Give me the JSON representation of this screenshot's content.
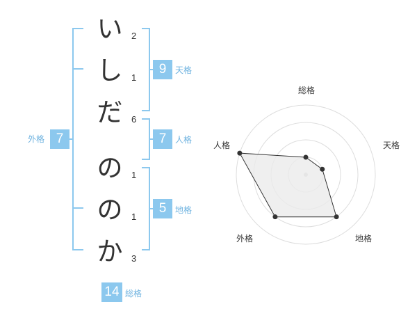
{
  "name_chars": [
    {
      "char": "い",
      "strokes": "2"
    },
    {
      "char": "し",
      "strokes": "1"
    },
    {
      "char": "だ",
      "strokes": "6"
    },
    {
      "char": "の",
      "strokes": "1"
    },
    {
      "char": "の",
      "strokes": "1"
    },
    {
      "char": "か",
      "strokes": "3"
    }
  ],
  "fortune": {
    "tenkaku": {
      "value": "9",
      "label": "天格"
    },
    "jinkaku": {
      "value": "7",
      "label": "人格"
    },
    "chikaku": {
      "value": "5",
      "label": "地格"
    },
    "gaikaku": {
      "value": "7",
      "label": "外格"
    },
    "soukaku": {
      "value": "14",
      "label": "総格"
    }
  },
  "chart_data": {
    "type": "radar",
    "axes": [
      "総格",
      "天格",
      "地格",
      "外格",
      "人格"
    ],
    "values": [
      1,
      1,
      3,
      3,
      4
    ],
    "rlim": [
      0,
      4
    ],
    "rings": 4,
    "grid": true,
    "colors": {
      "fill": "#ebebeb",
      "line": "#333333",
      "grid": "#dddddd",
      "accent": "#8cc8ee"
    }
  }
}
